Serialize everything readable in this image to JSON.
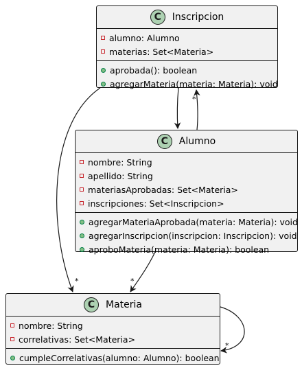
{
  "diagram": {
    "classes": {
      "inscripcion": {
        "stereotype": "C",
        "name": "Inscripcion",
        "attributes": [
          "alumno: Alumno",
          "materias: Set<Materia>"
        ],
        "methods": [
          "aprobada(): boolean",
          "agregarMateria(materia: Materia): void"
        ]
      },
      "alumno": {
        "stereotype": "C",
        "name": "Alumno",
        "attributes": [
          "nombre: String",
          "apellido: String",
          "materiasAprobadas: Set<Materia>",
          "inscripciones: Set<Inscripcion>"
        ],
        "methods": [
          "agregarMateriaAprobada(materia: Materia): void",
          "agregarInscripcion(inscripcion: Inscripcion): void",
          "aproboMateria(materia: Materia): boolean"
        ]
      },
      "materia": {
        "stereotype": "C",
        "name": "Materia",
        "attributes": [
          "nombre: String",
          "correlativas: Set<Materia>"
        ],
        "methods": [
          "cumpleCorrelativas(alumno: Alumno): boolean"
        ]
      }
    },
    "multiplicities": {
      "inscripcion_materia": "*",
      "alumno_inscripcion": "*",
      "alumno_materia": "*",
      "materia_self": "*"
    },
    "colors": {
      "box_fill": "#f1f1f1",
      "border": "#181818",
      "class_badge": "#add1b2",
      "private_marker": "#c82930",
      "public_marker": "#84be84"
    }
  }
}
